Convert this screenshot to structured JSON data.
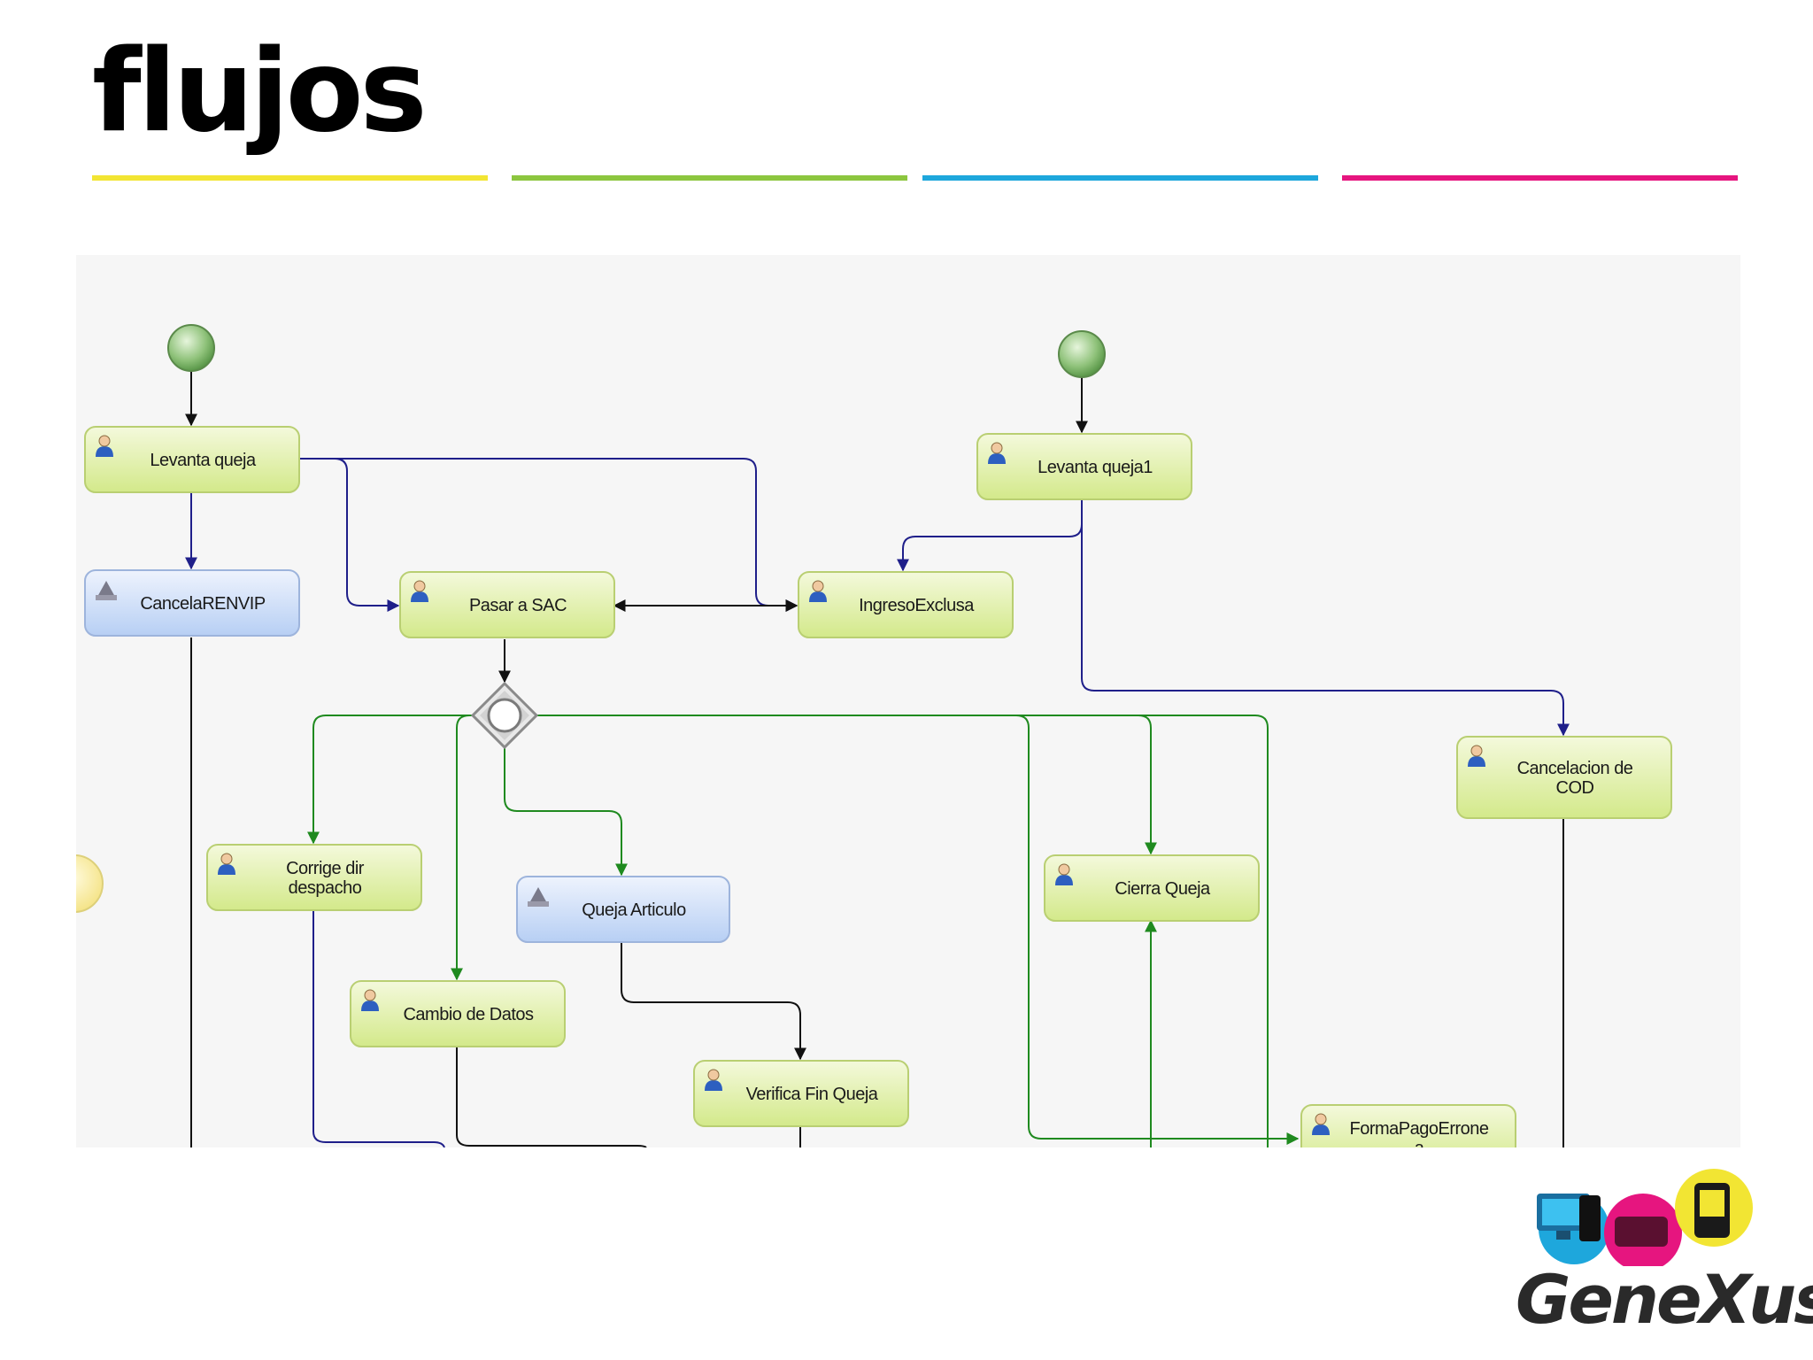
{
  "title": "flujos",
  "colors": {
    "yellow": "#f2e533",
    "green": "#8cc63f",
    "blue": "#1ea7dc",
    "magenta": "#e6157f",
    "task_fill": "#dcee9a",
    "service_fill": "#c7daf7",
    "edge_blue": "#1f1f8a",
    "edge_green": "#1f8a1f"
  },
  "diagram": {
    "tasks": [
      {
        "id": "levanta",
        "label": [
          "Levanta queja"
        ],
        "kind": "user"
      },
      {
        "id": "cancela",
        "label": [
          "CancelaRENVIP"
        ],
        "kind": "service"
      },
      {
        "id": "pasar",
        "label": [
          "Pasar a SAC"
        ],
        "kind": "user"
      },
      {
        "id": "ingreso",
        "label": [
          "IngresoExclusa"
        ],
        "kind": "user"
      },
      {
        "id": "levanta1",
        "label": [
          "Levanta queja1"
        ],
        "kind": "user"
      },
      {
        "id": "cancelacion",
        "label": [
          "Cancelacion de",
          "COD"
        ],
        "kind": "user"
      },
      {
        "id": "corrige",
        "label": [
          "Corrige dir",
          "despacho"
        ],
        "kind": "user"
      },
      {
        "id": "queja",
        "label": [
          "Queja Articulo"
        ],
        "kind": "service"
      },
      {
        "id": "cierra",
        "label": [
          "Cierra Queja"
        ],
        "kind": "user"
      },
      {
        "id": "cambio",
        "label": [
          "Cambio de Datos"
        ],
        "kind": "user"
      },
      {
        "id": "verifica",
        "label": [
          "Verifica Fin Queja"
        ],
        "kind": "user"
      },
      {
        "id": "forma",
        "label": [
          "FormaPagoErrone",
          "a"
        ],
        "kind": "user"
      }
    ]
  },
  "logo": {
    "text": "GeneXus"
  }
}
